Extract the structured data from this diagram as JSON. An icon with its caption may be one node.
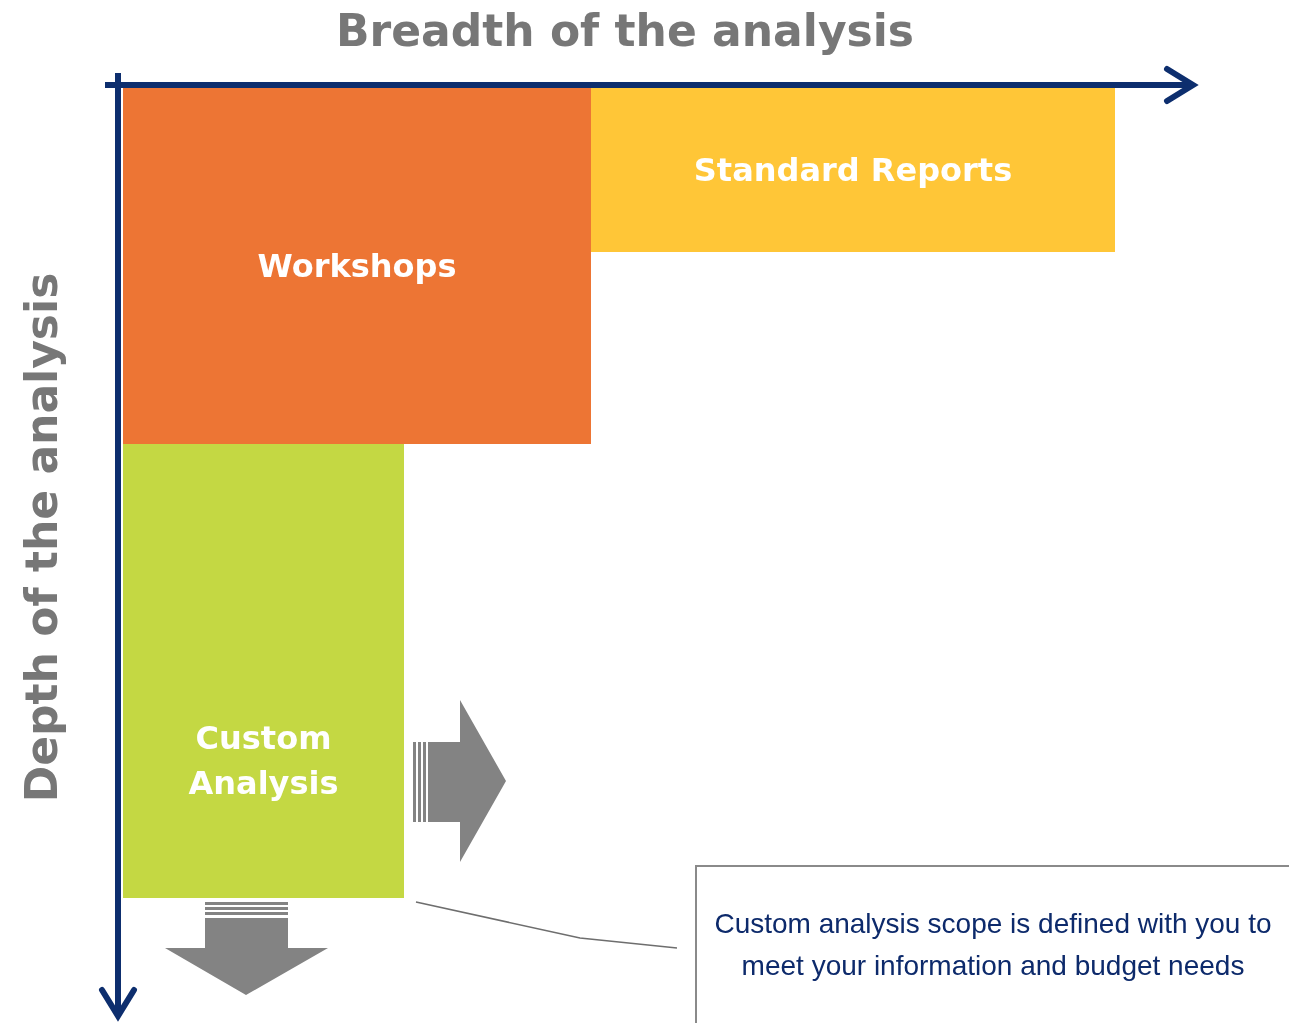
{
  "diagram": {
    "nodes": [
      {
        "text": [
          "Workshops"
        ]
      },
      {
        "text": [
          "Standard Reports"
        ]
      },
      {
        "text": [
          "Custom Analysis"
        ]
      },
      {
        "text": [
          "Custom analysis scope is defined with you to meet your information and budget needs"
        ]
      }
    ],
    "edges": [
      {
        "from": 3,
        "to": 2,
        "arrow": "none"
      }
    ],
    "labels": [
      "Breadth of the analysis",
      "Depth of the analysis"
    ]
  }
}
